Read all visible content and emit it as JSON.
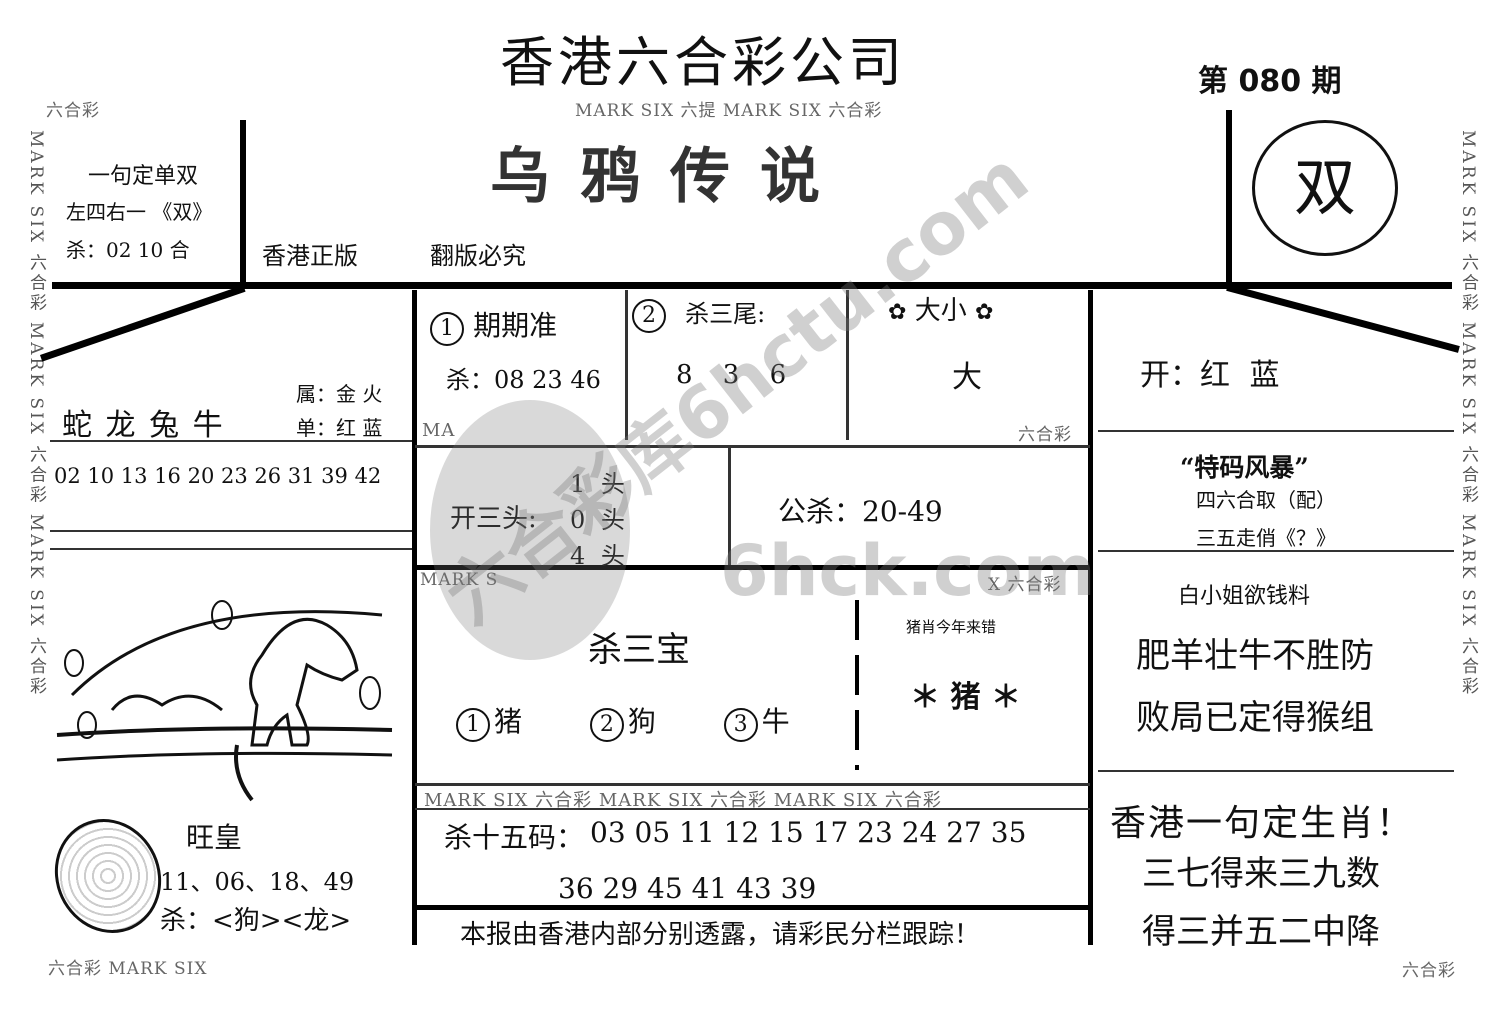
{
  "header": {
    "company": "香港六合彩公司",
    "issue": "第 080 期",
    "top_strip": "MARK SIX 六提 MARK SIX 六合彩",
    "left_mark": "六合彩",
    "title": "乌鸦传说",
    "genuine": "香港正版",
    "piracy": "翻版必究"
  },
  "side_watermark": "MARK SIX 六合彩 MARK SIX 六合彩 MARK SIX 六合彩",
  "top_left": {
    "title": "一句定单双",
    "line2": "左四右一 《双》",
    "line3": "杀：02 10 合"
  },
  "top_right": {
    "badge": "双"
  },
  "zodiac_box": {
    "animals": "蛇 龙 兔 牛",
    "attr1": "属：金 火",
    "attr2": "单：红 蓝",
    "numbers": "02 10 13 16 20 23 26 31 39 42"
  },
  "cell1": {
    "num": "1",
    "title": "期期准",
    "kill": "杀：08 23 46"
  },
  "cell2": {
    "num": "2",
    "title": "杀三尾:",
    "values": "8 3 6"
  },
  "cell3": {
    "title": "大小",
    "value": "大"
  },
  "open_color": "开：红 蓝",
  "strip_ma": "MA",
  "strip_liu": "六合彩",
  "three_heads": {
    "label": "开三头:",
    "h1": "1 头",
    "h2": "0 头",
    "h3": "4 头"
  },
  "public_kill": "公杀：20-49",
  "storm": {
    "title": "“特码风暴”",
    "line1": "四六合取（配）",
    "line2": "三五走俏《？》"
  },
  "strip_marks": "MARK S",
  "strip_x": "X 六合彩",
  "kill_three": {
    "title": "杀三宝",
    "i1": "猪",
    "i2": "狗",
    "i3": "牛"
  },
  "zodiac_year": {
    "small": "猪肖今年来错",
    "value": "＊ 猪 ＊"
  },
  "miss_bai": {
    "title": "白小姐欲钱料",
    "line1": "肥羊壮牛不胜防",
    "line2": "败局已定得猴组"
  },
  "mark_strip_long": "MARK SIX 六合彩 MARK SIX 六合彩 MARK SIX 六合彩",
  "kill15": {
    "label": "杀十五码：",
    "row1": "03 05 11 12 15 17 23 24 27 35",
    "row2": "36 29 45 41 43 39"
  },
  "footer_note": "本报由香港内部分别透露，请彩民分栏跟踪！",
  "dog_box": {
    "name": "旺皇",
    "nums": "11、06、18、49",
    "kill": "杀：<狗><龙>"
  },
  "one_line": {
    "title": "香港一句定生肖！",
    "line1": "三七得来三九数",
    "line2": "得三并五二中降"
  },
  "bottom_left": "六合彩 MARK SIX",
  "bottom_right": "六合彩",
  "watermark_site": "六合彩库6hctu.com",
  "watermark_site2": "6hck.com"
}
